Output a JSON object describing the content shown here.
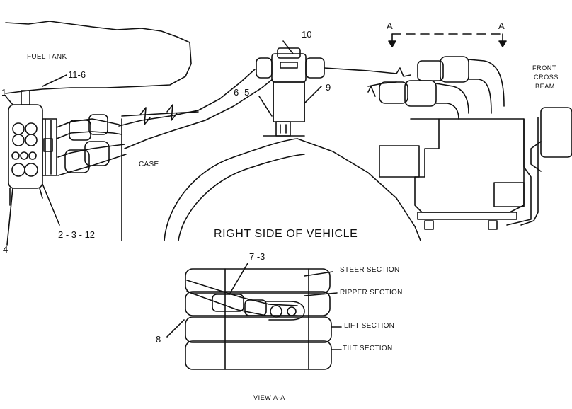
{
  "diagram": {
    "title": "RIGHT SIDE OF VEHICLE",
    "view_caption": "VIEW A-A",
    "section_marker": "A",
    "labels": {
      "fuel_tank": "FUEL TANK",
      "case": "CASE",
      "front_cross_beam_1": "FRONT",
      "front_cross_beam_2": "CROSS",
      "front_cross_beam_3": "BEAM",
      "steer_section": "STEER SECTION",
      "ripper_section": "RIPPER SECTION",
      "lift_section": "LIFT SECTION",
      "tilt_section": "TILT SECTION"
    },
    "callouts": {
      "c1": "1",
      "c4": "4",
      "c11_6": "11-6",
      "c2_3_12": "2 - 3 - 12",
      "c6_5": "6 -5",
      "c10": "10",
      "c9": "9",
      "c7_3": "7 -3",
      "c8": "8"
    }
  }
}
